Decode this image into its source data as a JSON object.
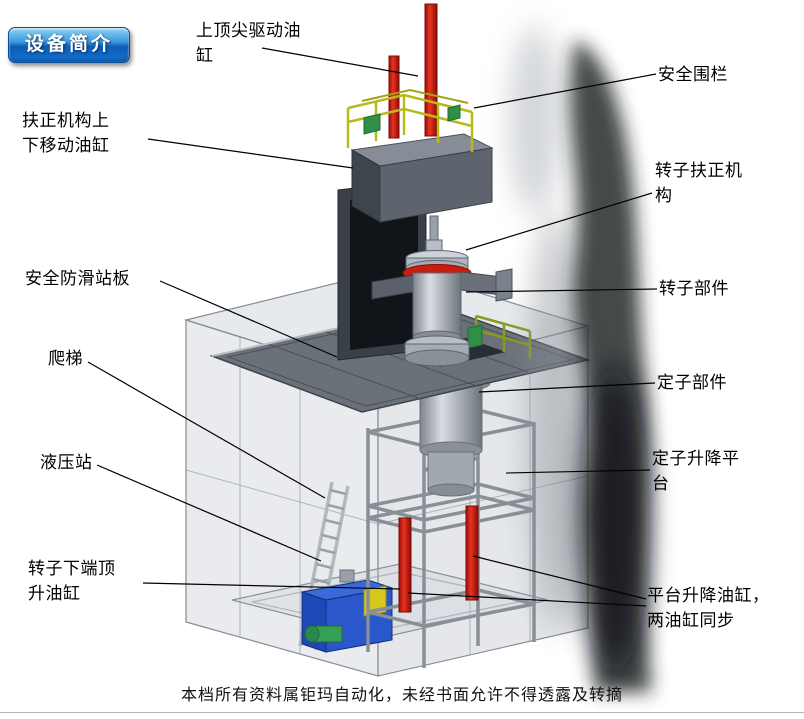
{
  "badge": {
    "label": "设备简介"
  },
  "annotations": {
    "top_tip_cylinder": "上顶尖驱动油缸",
    "safety_fence": "安全围栏",
    "centering_updown_cylinder": "扶正机构上下移动油缸",
    "rotor_centering_mechanism": "转子扶正机构",
    "anti_slip_board": "安全防滑站板",
    "rotor_part": "转子部件",
    "ladder": "爬梯",
    "stator_part": "定子部件",
    "hydraulic_station": "液压站",
    "stator_lift_platform": "定子升降平台",
    "rotor_bottom_jack_cylinder": "转子下端顶升油缸",
    "platform_lift_cylinders": "平台升降油缸，两油缸同步"
  },
  "footer": {
    "text": "本档所有资料属钜玛自动化，未经书面允许不得透露及转摘"
  },
  "diagram": {
    "colors": {
      "cylinder_red": "#cc1d10",
      "railing_yellow": "#b9b91e",
      "hydraulic_blue": "#2a57cc",
      "motor_green": "#2f8f46",
      "steel_gray": "#9aa0a8",
      "badge_blue": "#1272cc"
    }
  }
}
